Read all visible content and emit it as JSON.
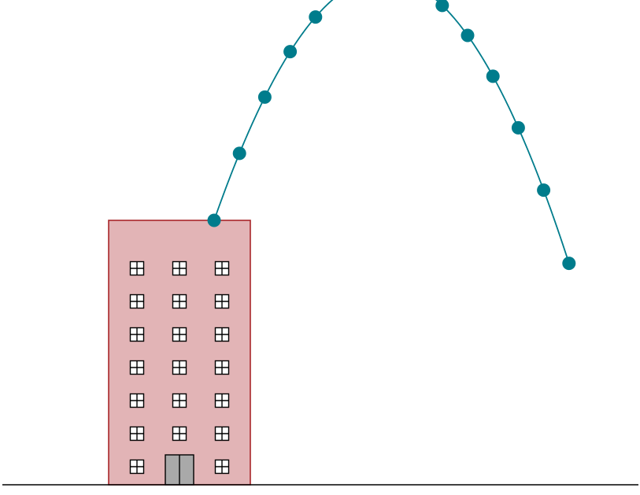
{
  "colors": {
    "background": "#ffffff",
    "building_fill": "#e2b4b6",
    "building_stroke": "#a8262a",
    "window_fill": "#ffffff",
    "window_stroke": "#000000",
    "door_fill": "#a9a9a9",
    "trajectory": "#007c8c",
    "ground": "#000000"
  },
  "diagram": {
    "building": {
      "window_rows": 7,
      "window_cols": 3,
      "door_count": 1
    },
    "trajectory": {
      "marker_count": 15
    }
  }
}
